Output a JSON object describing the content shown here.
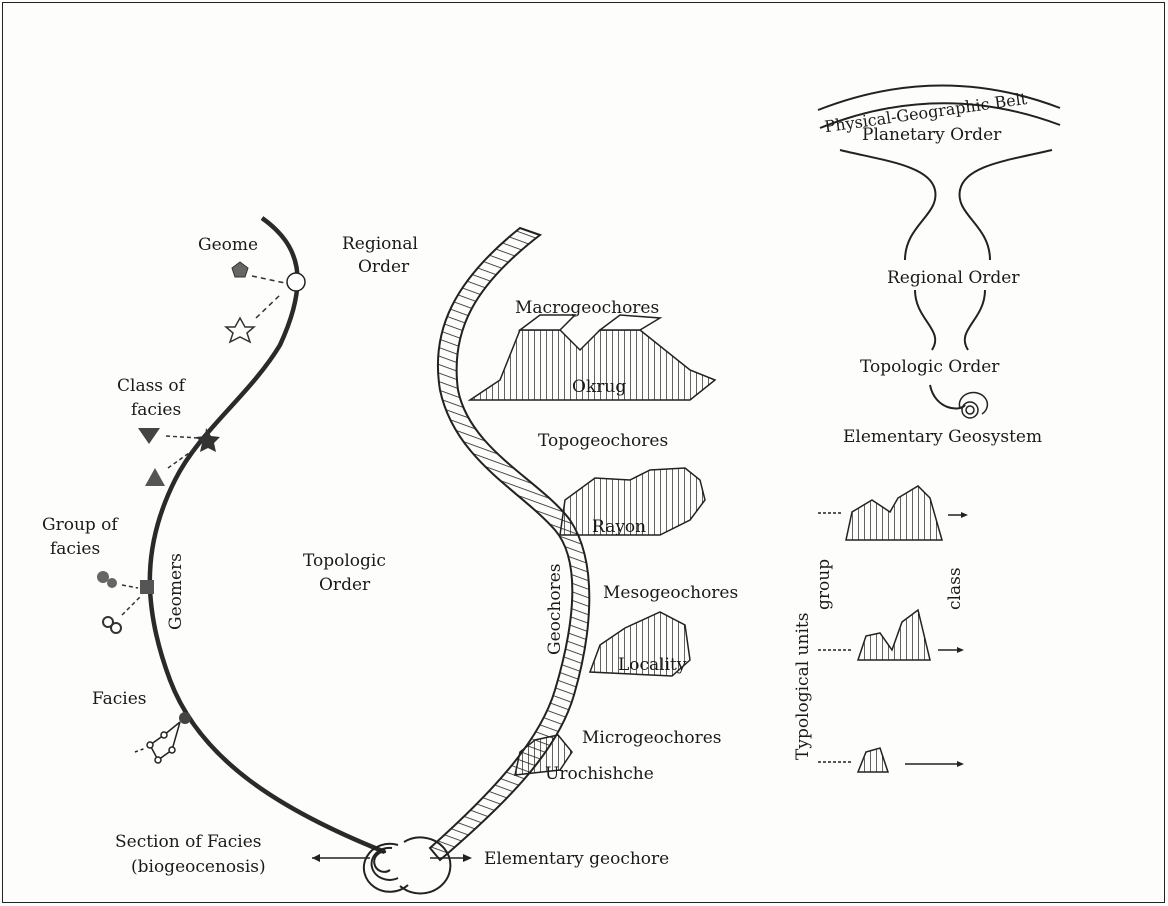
{
  "left": {
    "regional_order": [
      "Regional",
      "Order"
    ],
    "topologic_order": [
      "Topologic",
      "Order"
    ],
    "geome": "Geome",
    "class_of_facies": [
      "Class of",
      "facies"
    ],
    "group_of_facies": [
      "Group of",
      "facies"
    ],
    "geomers": "Geomers",
    "facies": "Facies",
    "section_of_facies": [
      "Section of Facies",
      "(biogeocenosis)"
    ],
    "elementary_geochore": "Elementary geochore"
  },
  "middle": {
    "macrogeochores": "Macrogeochores",
    "okrug": "Okrug",
    "topogeochores": "Topogeochores",
    "rayon": "Rayon",
    "geochores": "Geochores",
    "mesogeochores": "Mesogeochores",
    "locality": "Locality",
    "microgeochores": "Microgeochores",
    "urochishche": "Urochishche"
  },
  "right": {
    "belt": "Physical-Geographic Belt",
    "planetary_order": "Planetary Order",
    "regional_order": "Regional Order",
    "topologic_order": "Topologic Order",
    "elementary_geosystem": "Elementary Geosystem",
    "typological_units": "Typological units",
    "group": "group",
    "class": "class"
  }
}
